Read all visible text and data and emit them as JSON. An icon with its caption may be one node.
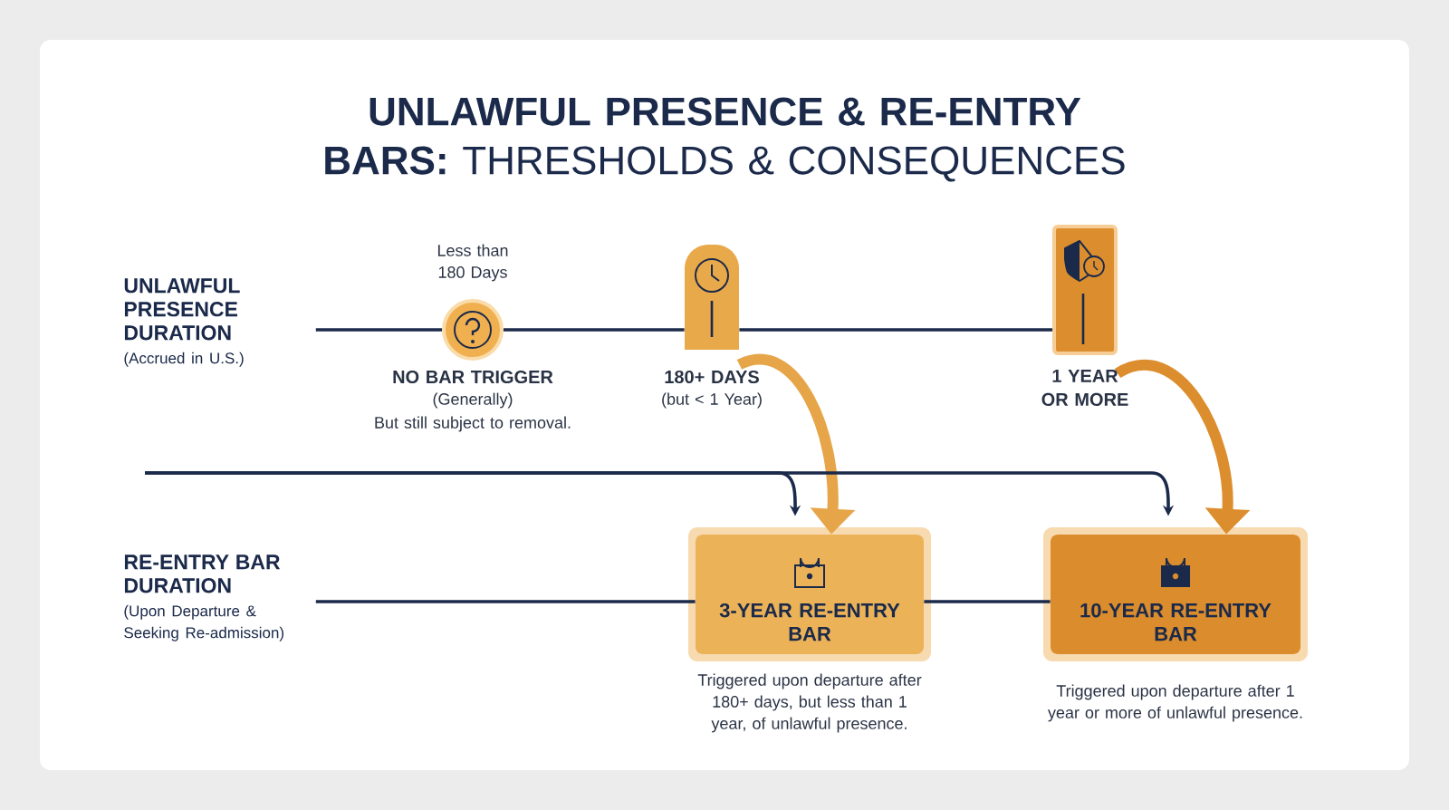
{
  "diagram": {
    "title": "**UNLAWFUL PRESENCE & RE-ENTRY BARS:** THRESHOLDS & CONSEQUENCES",
    "nodes": [
      {
        "text": [
          "UNLAWFUL PRESENCE DURATION",
          "(Accrued in U.S.)"
        ]
      },
      {
        "text": [],
        "shape": "circle",
        "beside": [
          "Less than 180 Days",
          "NO BAR TRIGGER",
          "(Generally)",
          "But still subject to removal."
        ]
      },
      {
        "text": [],
        "shape": "bar",
        "beside": [
          "180+ DAYS",
          "(but < 1 Year)"
        ]
      },
      {
        "text": [],
        "shape": "box",
        "beside": [
          "1 YEAR OR MORE"
        ]
      },
      {
        "text": [
          "RE-ENTRY BAR DURATION",
          "(Upon Departure & Seeking Re-admission)"
        ]
      },
      {
        "text": [
          "3-YEAR RE-ENTRY BAR"
        ],
        "beside": [
          "Triggered upon departure after 180+ days, but less than 1 year, of unlawful presence."
        ]
      },
      {
        "text": [
          "10-YEAR RE-ENTRY BAR"
        ],
        "beside": [
          "Triggered upon departure after 1 year or more of unlawful presence."
        ]
      }
    ],
    "edges": [
      {
        "from": 0,
        "to": 1,
        "arrow": "none"
      },
      {
        "from": 1,
        "to": 2,
        "arrow": "none"
      },
      {
        "from": 2,
        "to": 3,
        "arrow": "none"
      },
      {
        "from": 4,
        "to": 5,
        "arrow": "none"
      },
      {
        "from": 5,
        "to": 6,
        "arrow": "none"
      },
      {
        "from": 2,
        "to": 5,
        "arrow": "to",
        "style": "thick",
        "color": "#e6a548"
      },
      {
        "from": 3,
        "to": 6,
        "arrow": "to",
        "style": "thick",
        "color": "#dc8e2e"
      },
      {
        "from": null,
        "to": 5,
        "arrow": "to"
      },
      {
        "from": null,
        "to": 6,
        "arrow": "to"
      }
    ]
  }
}
